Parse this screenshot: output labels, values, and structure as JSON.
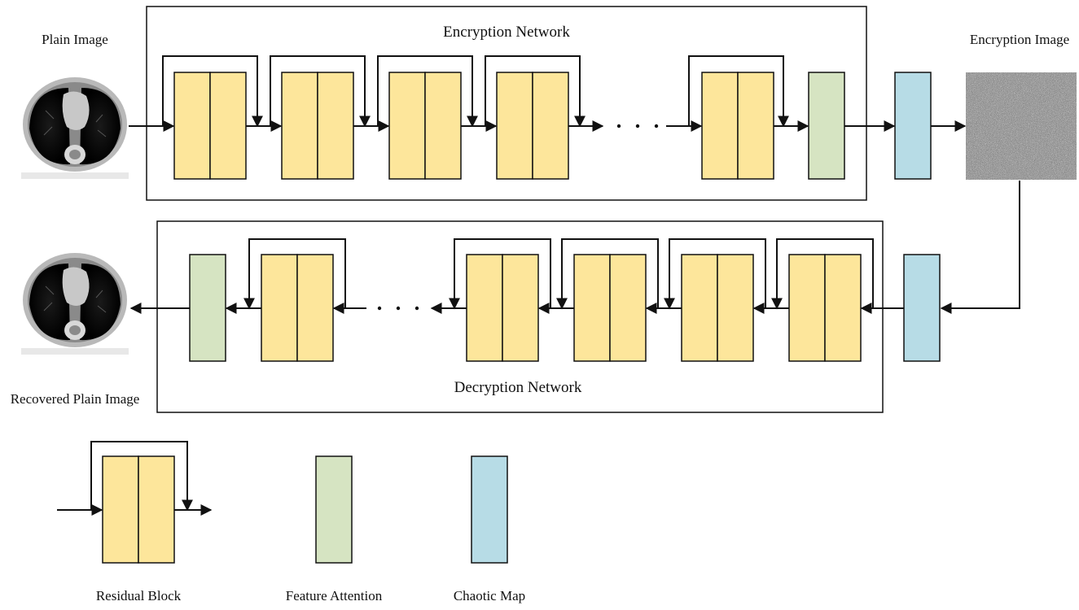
{
  "labels": {
    "plain_image": "Plain Image",
    "encryption_network": "Encryption Network",
    "encryption_image": "Encryption Image",
    "decryption_network": "Decryption Network",
    "recovered_plain_image": "Recovered Plain Image"
  },
  "legend": {
    "residual_block": "Residual Block",
    "feature_attention": "Feature Attention",
    "chaotic_map": "Chaotic Map"
  },
  "colors": {
    "residual_block": "#FDE69B",
    "feature_attention": "#D6E4C2",
    "chaotic_map": "#B7DCE6",
    "stroke": "#111111"
  },
  "icons": {
    "plain_image": "ct-scan-image",
    "encryption_image": "noise-image",
    "recovered_image": "ct-scan-image"
  }
}
